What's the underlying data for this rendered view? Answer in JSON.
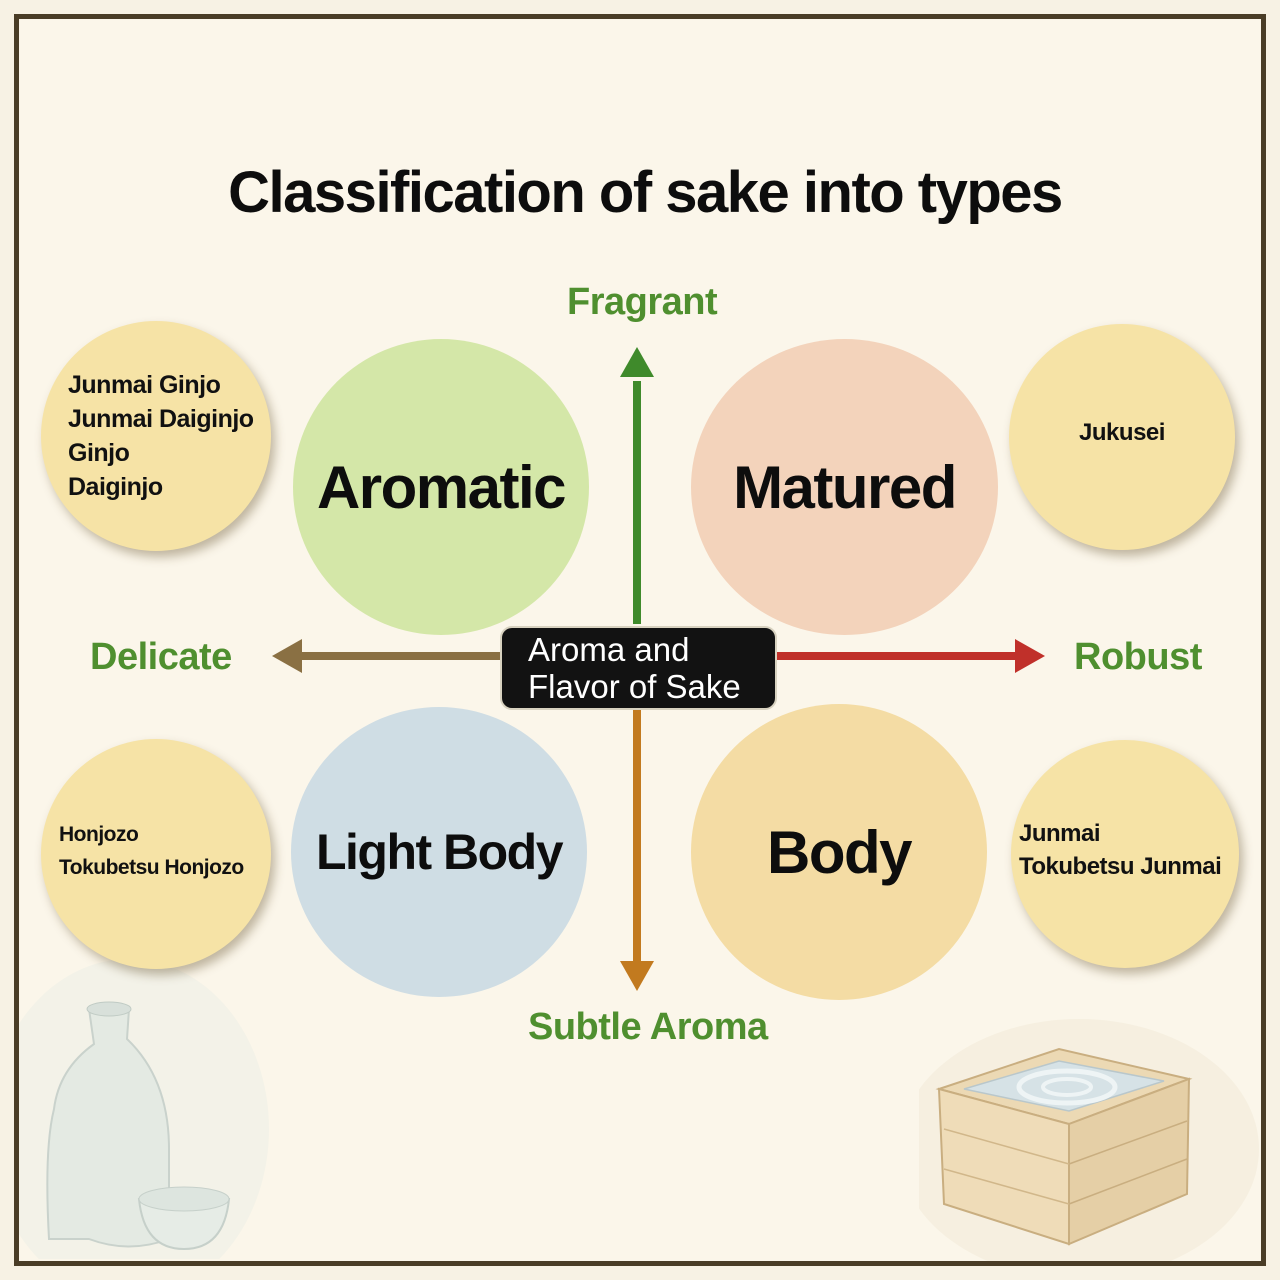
{
  "title": "Classification of sake into types",
  "axes": {
    "top": "Fragrant",
    "bottom": "Subtle Aroma",
    "left": "Delicate",
    "right": "Robust",
    "center": [
      "Aroma and",
      "Flavor of Sake"
    ]
  },
  "quadrants": {
    "aromatic": {
      "label": "Aromatic",
      "color": "#d4e7a8",
      "types": [
        "Junmai Ginjo",
        "Junmai Daiginjo",
        "Ginjo",
        "Daiginjo"
      ]
    },
    "matured": {
      "label": "Matured",
      "color": "#f3d3bb",
      "types": [
        "Jukusei"
      ]
    },
    "light_body": {
      "label": "Light Body",
      "color": "#cfdde4",
      "types": [
        "Honjozo",
        "Tokubetsu Honjozo"
      ]
    },
    "body": {
      "label": "Body",
      "color": "#f4dca4",
      "types": [
        "Junmai",
        "Tokubetsu Junmai"
      ]
    }
  },
  "colors": {
    "axis_label": "#4f8f2f",
    "arrow_up": "#3f8a2b",
    "arrow_down": "#c27a1f",
    "arrow_left": "#8a7043",
    "arrow_right": "#c0302a",
    "type_circle": "#f6e3a6",
    "frame": "#4a3d26"
  }
}
